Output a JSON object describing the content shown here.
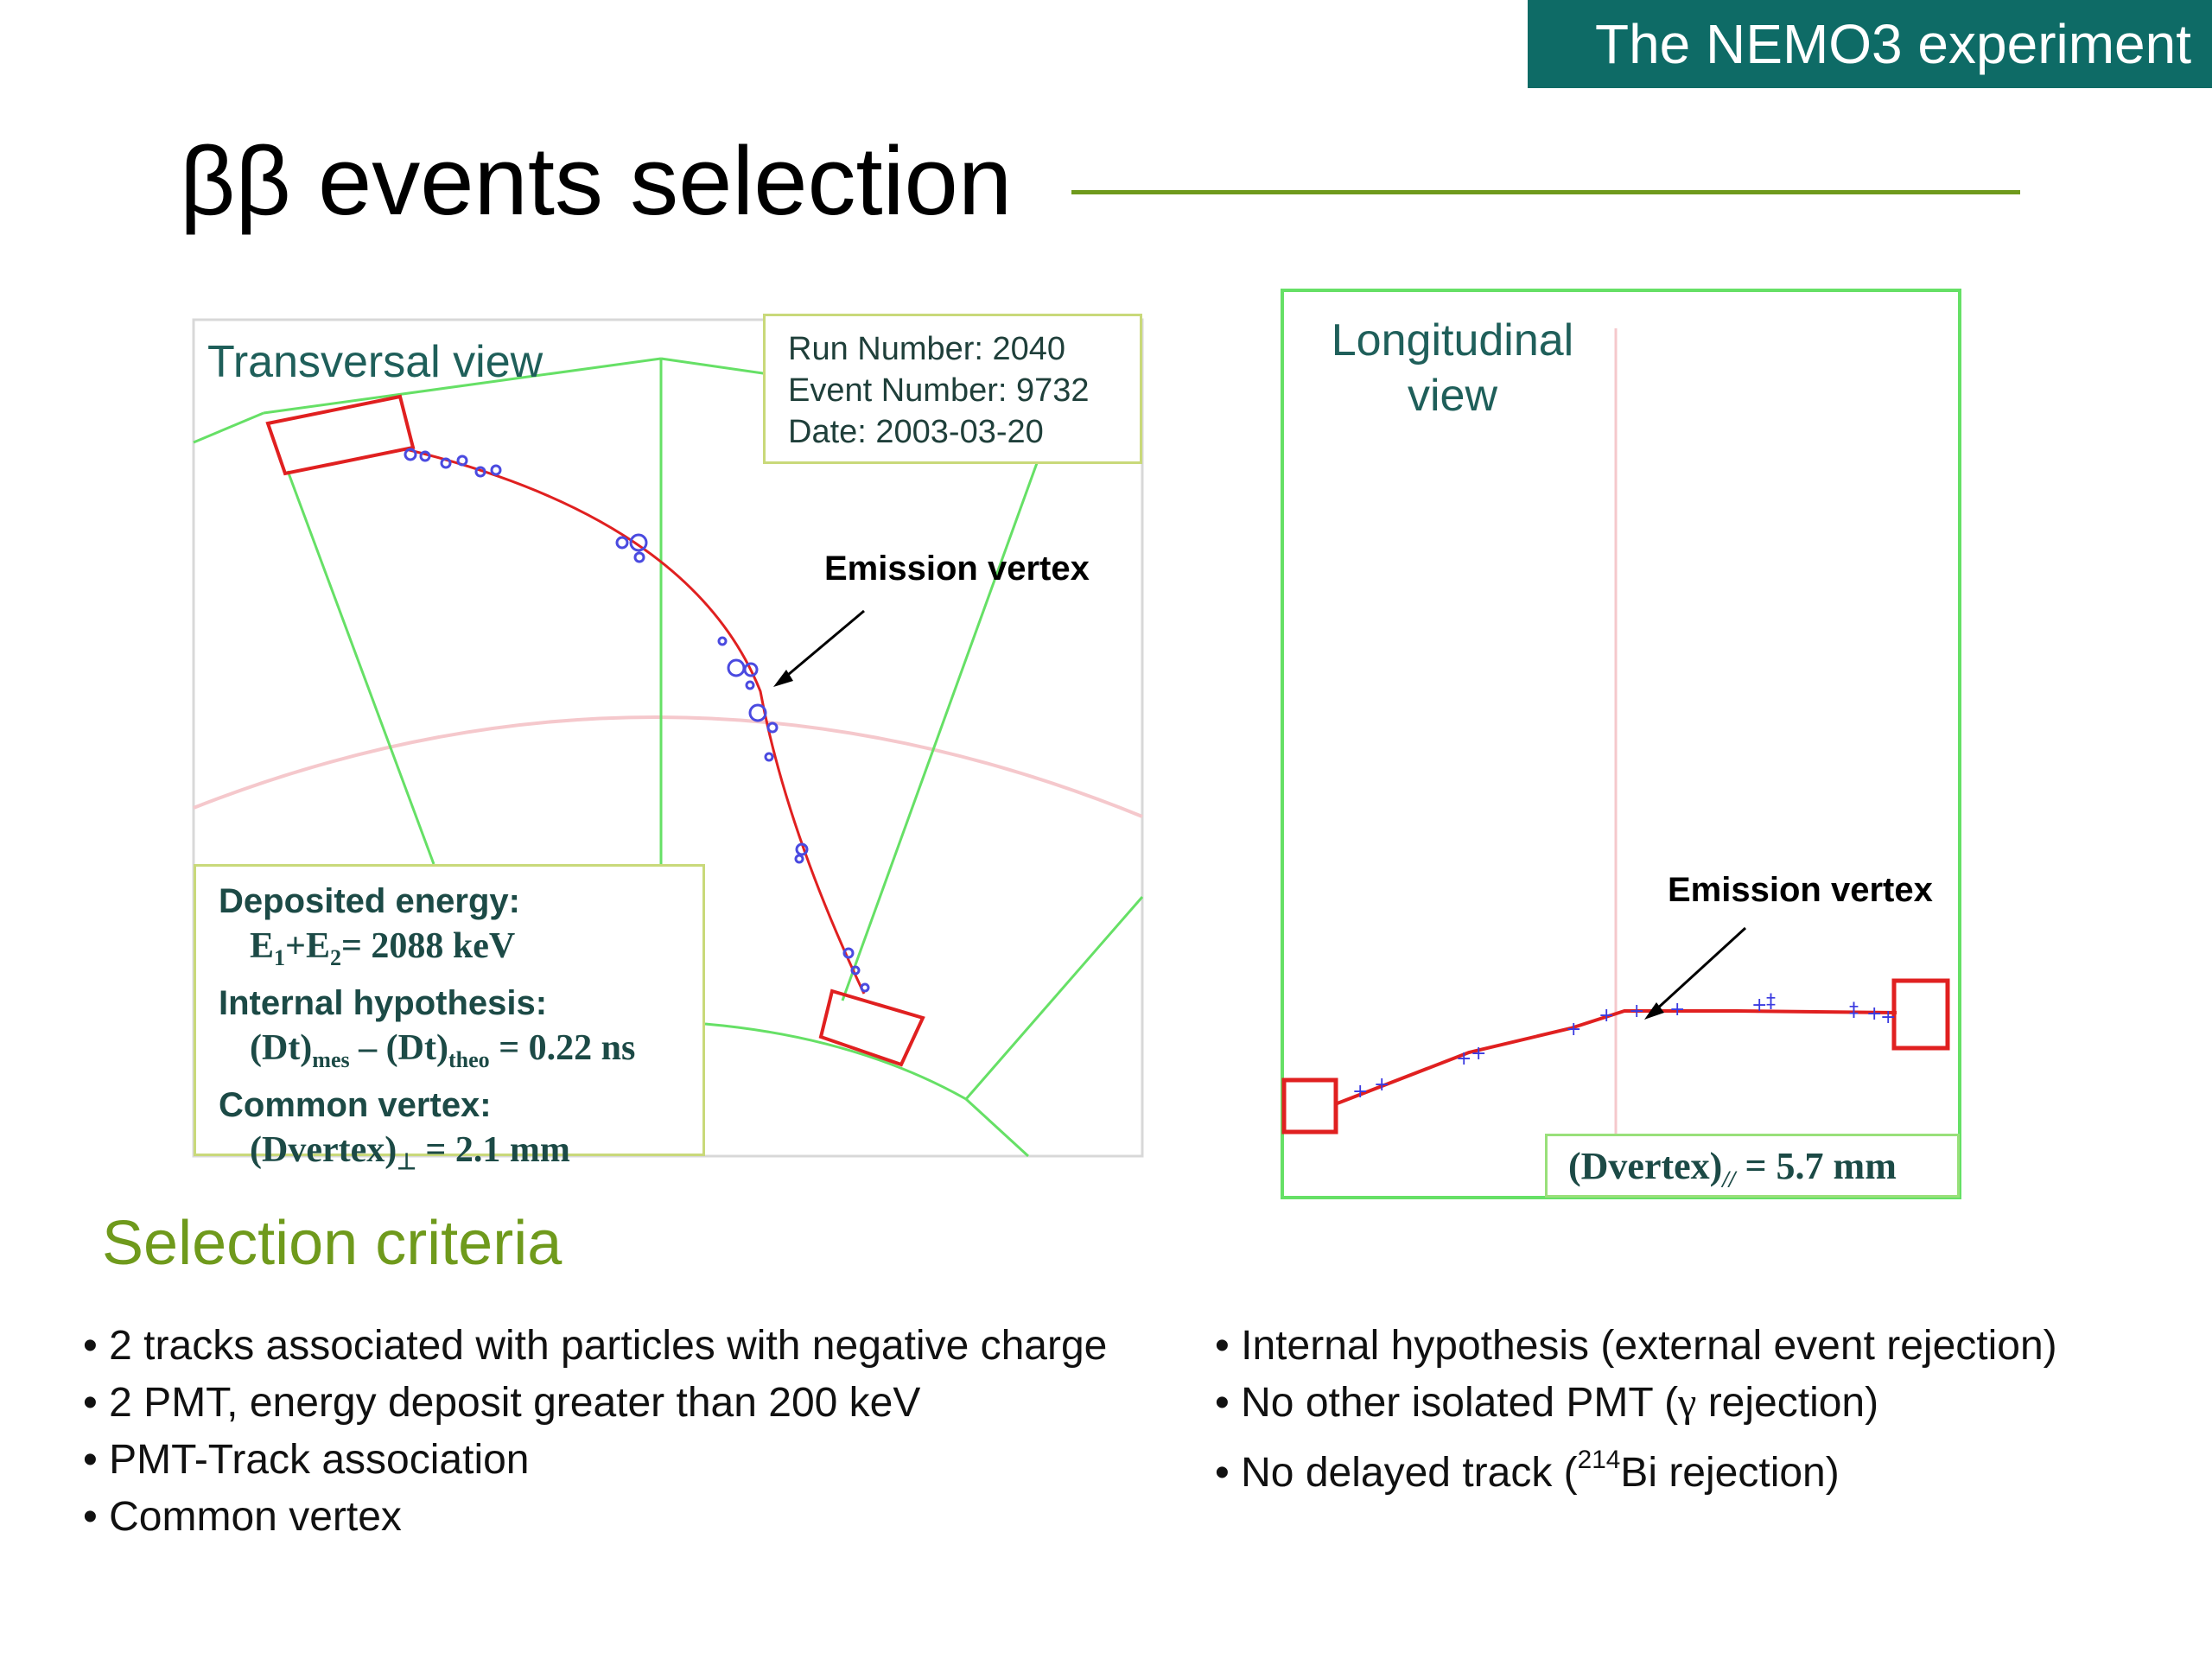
{
  "header": {
    "banner": "The NEMO3 experiment"
  },
  "slide": {
    "title": "ββ events selection"
  },
  "transversal": {
    "label": "Transversal view",
    "run_info": [
      "Run Number: 2040",
      "Event Number: 9732",
      "Date: 2003-03-20"
    ],
    "emission_label": "Emission vertex",
    "deposited_head": "Deposited energy:",
    "deposited_value": "= 2088 keV",
    "internal_head": "Internal hypothesis:",
    "internal_value": "= 0.22 ns",
    "common_head": "Common vertex:",
    "common_value": "= 2.1 mm"
  },
  "longitudinal": {
    "label_line1": "Longitudinal",
    "label_line2": "view",
    "emission_label": "Emission vertex",
    "dvertex_value": "= 5.7 mm"
  },
  "criteria": {
    "heading": "Selection criteria",
    "left": [
      "2 tracks associated with particles with negative charge",
      "2 PMT, energy deposit greater than 200 keV",
      "PMT-Track association",
      "Common vertex"
    ],
    "right_1": "Internal hypothesis (external event rejection)",
    "right_2a": "No other isolated PMT (",
    "right_2b": " rejection)",
    "right_3a": "No delayed track (",
    "right_3b": "Bi rejection)",
    "gamma": "γ",
    "isotope_mass": "214"
  },
  "colors": {
    "banner": "#0e6b66",
    "accent_green": "#6f9a1c",
    "track_red": "#e02020",
    "frame_green": "#66e066"
  }
}
